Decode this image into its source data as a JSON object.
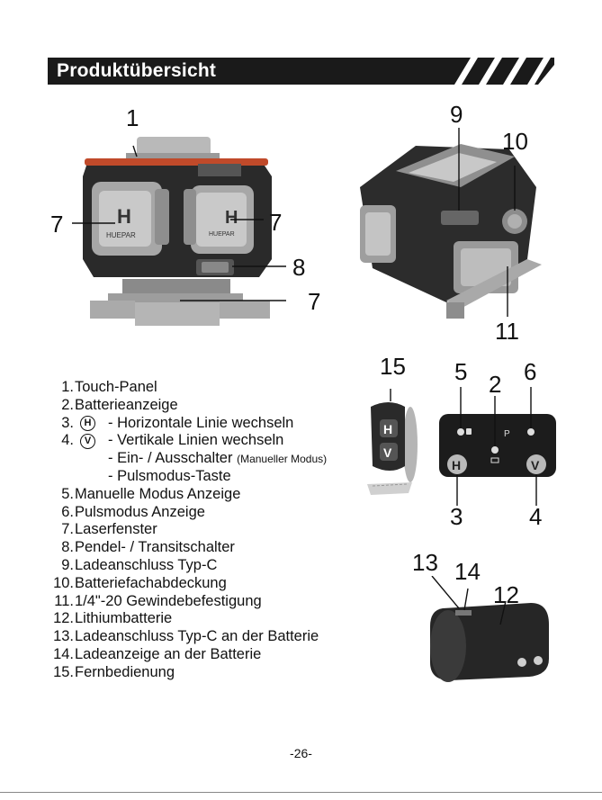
{
  "header": {
    "title": "Produktübersicht"
  },
  "callouts": {
    "c1": "1",
    "c7a": "7",
    "c7b": "7",
    "c8": "8",
    "c7c": "7",
    "c9": "9",
    "c10": "10",
    "c11": "11",
    "c15": "15",
    "c5": "5",
    "c2": "2",
    "c6": "6",
    "c3": "3",
    "c4": "4",
    "c13": "13",
    "c14": "14",
    "c12": "12"
  },
  "panel_labels": {
    "h": "H",
    "v": "V"
  },
  "product_brand": "HUEPAR",
  "list": [
    {
      "num": "1.",
      "text": "Touch-Panel"
    },
    {
      "num": "2.",
      "text": "Batterieanzeige"
    },
    {
      "num": "3.",
      "icon": "H",
      "text": "- Horizontale Linie wechseln"
    },
    {
      "num": "4.",
      "icon": "V",
      "text": "- Vertikale Linien wechseln"
    },
    {
      "num": "",
      "text": "- Ein- / Ausschalter",
      "note": "(Manueller Modus)"
    },
    {
      "num": "",
      "text": "- Pulsmodus-Taste"
    },
    {
      "num": "5.",
      "text": "Manuelle Modus Anzeige"
    },
    {
      "num": "6.",
      "text": "Pulsmodus Anzeige"
    },
    {
      "num": "7.",
      "text": "Laserfenster"
    },
    {
      "num": "8.",
      "text": "Pendel- / Transitschalter"
    },
    {
      "num": "9.",
      "text": "Ladeanschluss Typ-C"
    },
    {
      "num": "10.",
      "text": "Batteriefachabdeckung"
    },
    {
      "num": "11.",
      "text": "1/4\"-20 Gewindebefestigung"
    },
    {
      "num": "12.",
      "text": "Lithiumbatterie"
    },
    {
      "num": "13.",
      "text": "Ladeanschluss Typ-C an der Batterie"
    },
    {
      "num": "14.",
      "text": "Ladeanzeige an der Batterie"
    },
    {
      "num": "15.",
      "text": "Fernbedienung"
    }
  ],
  "footer": {
    "page": "-26-"
  }
}
